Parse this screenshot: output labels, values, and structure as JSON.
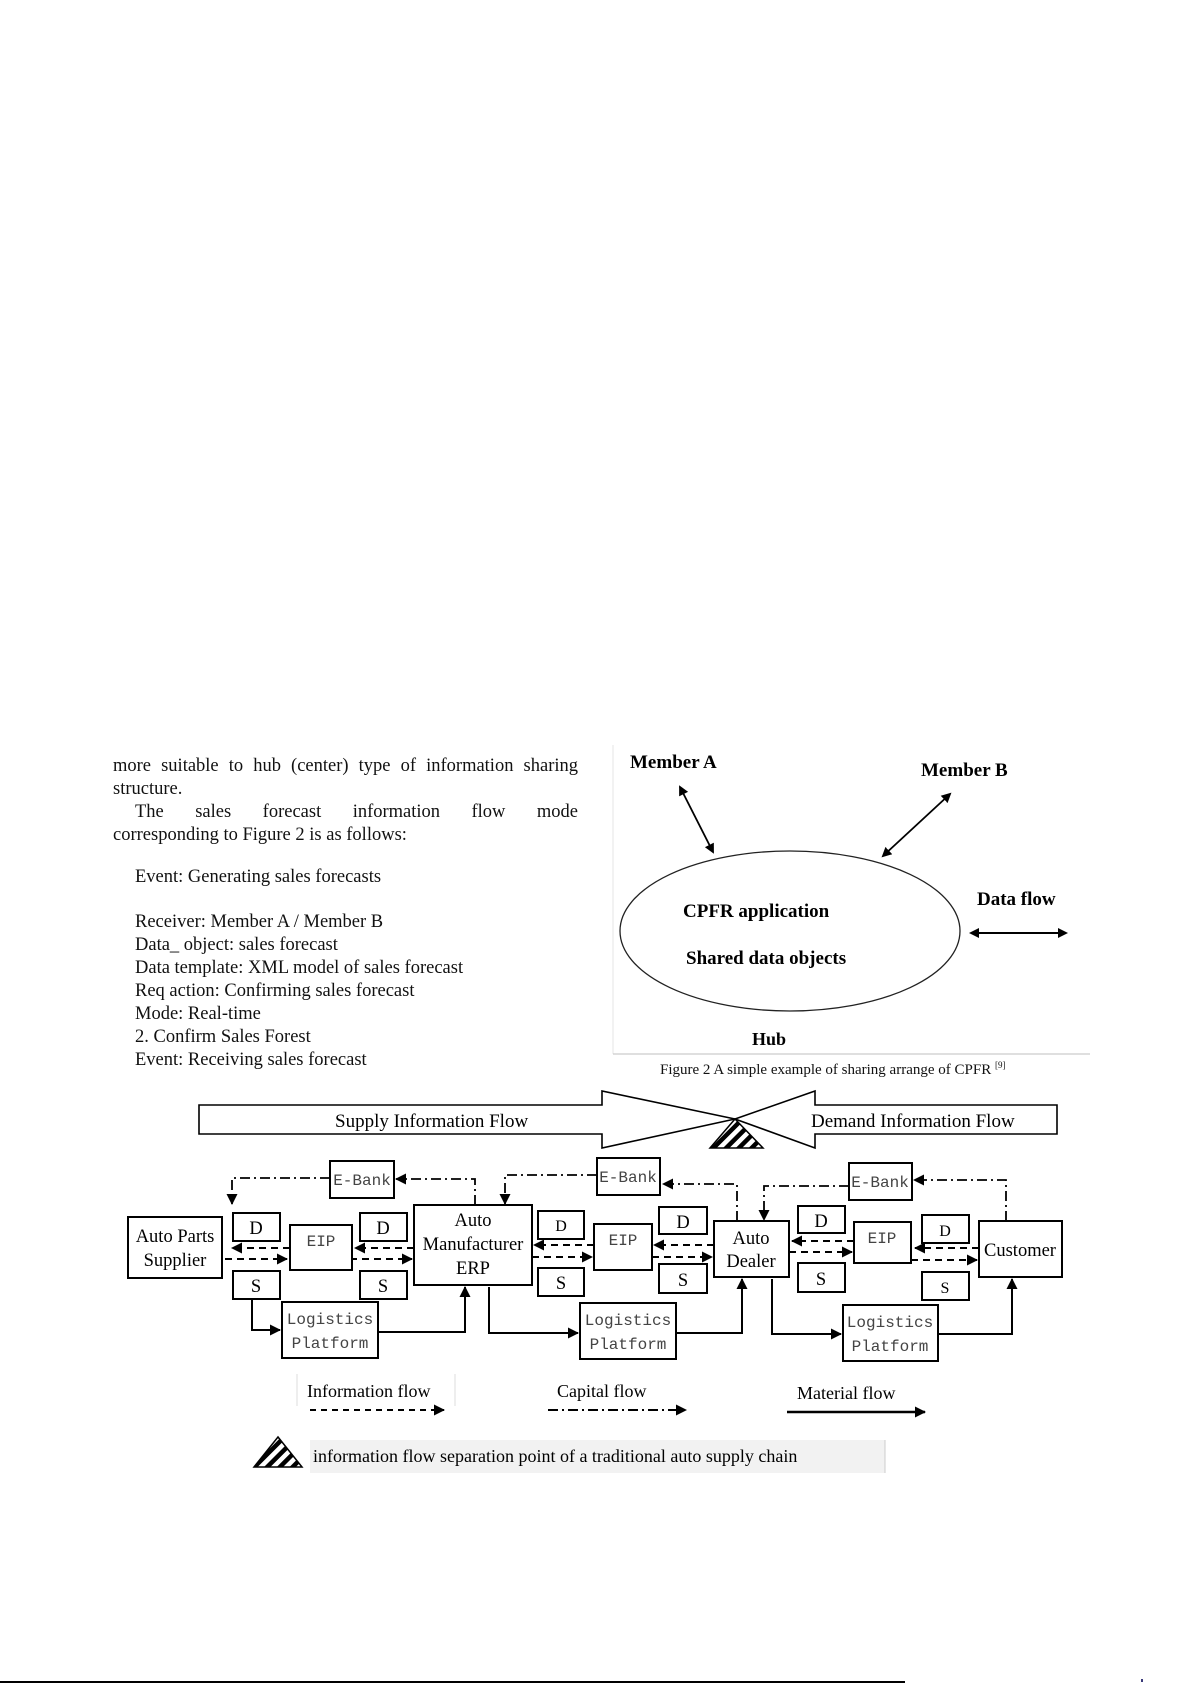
{
  "left_column": {
    "para1_line1": "more suitable to hub (center) type of information sharing",
    "para1_line2": "structure.",
    "para2_line1_words": [
      "The",
      "sales",
      "forecast",
      "information",
      "flow",
      "mode"
    ],
    "para2_line2": "corresponding to Figure 2 is as follows:",
    "event1": "Event: Generating sales forecasts",
    "spec_lines": [
      "Receiver: Member A / Member B",
      "Data_ object: sales forecast",
      "Data template: XML model of sales forecast",
      "Req action: Confirming sales forecast",
      "Mode: Real-time",
      "2. Confirm Sales Forest",
      "Event: Receiving sales forecast"
    ]
  },
  "figure2": {
    "member_a": "Member A",
    "member_b": "Member B",
    "ellipse_line1": "CPFR application",
    "ellipse_line2": "Shared data objects",
    "data_flow": "Data flow",
    "hub": "Hub",
    "caption": "Figure 2 A simple example of sharing arrange of CPFR",
    "caption_ref": "[9]"
  },
  "figure3": {
    "supply_banner": "Supply Information Flow",
    "demand_banner": "Demand Information Flow",
    "ebank": "E-Bank",
    "nodes": {
      "supplier_line1": "Auto Parts",
      "supplier_line2": "Supplier",
      "manufacturer_line1": "Auto",
      "manufacturer_line2": "Manufacturer",
      "manufacturer_line3": "ERP",
      "dealer_line1": "Auto",
      "dealer_line2": "Dealer",
      "customer": "Customer"
    },
    "eip": "EIP",
    "demand_box": "D",
    "supply_box": "S",
    "logistics_line1": "Logistics",
    "logistics_line2": "Platform",
    "legend": {
      "information": "Information flow",
      "capital": "Capital flow",
      "material": "Material flow"
    },
    "separation_note": "information flow separation point of a traditional auto supply chain"
  }
}
